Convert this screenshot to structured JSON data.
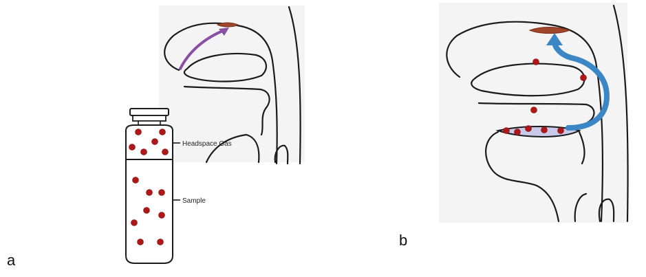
{
  "panels": {
    "a": {
      "label": "a"
    },
    "b": {
      "label": "b"
    }
  },
  "vial": {
    "headspace_label": "Headspace Gas",
    "sample_label": "Sample"
  },
  "colors": {
    "molecule": "#b01818",
    "orthonasal_arrow": "#8a4fa3",
    "retronasal_arrow": "#3b86c4",
    "olfactory_epithelium": "#a0462a",
    "tongue_pool": "#c9c9ea",
    "outline": "#1a1a1a"
  }
}
